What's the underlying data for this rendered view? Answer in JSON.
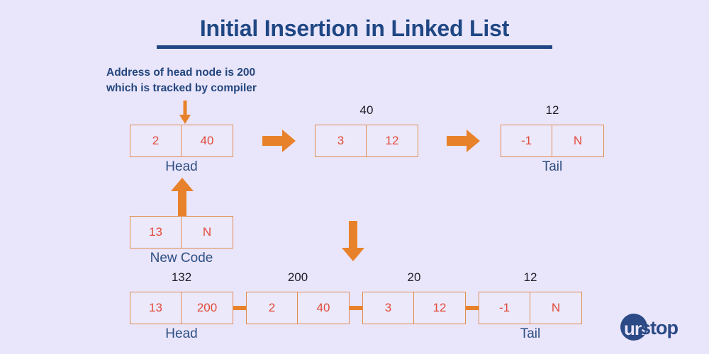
{
  "page": {
    "title": "Initial Insertion in Linked List",
    "background_color": "#e9e5fb",
    "title_color": "#1f4784",
    "node_border_color": "#e08c52",
    "node_value_color": "#e24a3a",
    "arrow_color": "#e8822a",
    "label_color": "#2e4f82"
  },
  "caption": {
    "line1": "Address of head node is 200",
    "line2": "which is tracked by compiler"
  },
  "top_row": {
    "nodes": [
      {
        "address": "",
        "data": "2",
        "next": "40",
        "label": "Head"
      },
      {
        "address": "40",
        "data": "3",
        "next": "12",
        "label": ""
      },
      {
        "address": "12",
        "data": "-1",
        "next": "N",
        "label": "Tail"
      }
    ],
    "arrows": [
      "arrow-right-1",
      "arrow-right-2"
    ]
  },
  "new_node": {
    "address": "",
    "data": "13",
    "next": "N",
    "label": "New Code"
  },
  "bottom_row": {
    "nodes": [
      {
        "address": "132",
        "data": "13",
        "next": "200",
        "label": "Head"
      },
      {
        "address": "200",
        "data": "2",
        "next": "40",
        "label": ""
      },
      {
        "address": "20",
        "data": "3",
        "next": "12",
        "label": ""
      },
      {
        "address": "12",
        "data": "-1",
        "next": "N",
        "label": "Tail"
      }
    ]
  },
  "logo": {
    "circle_text": "un",
    "word": "stop"
  }
}
